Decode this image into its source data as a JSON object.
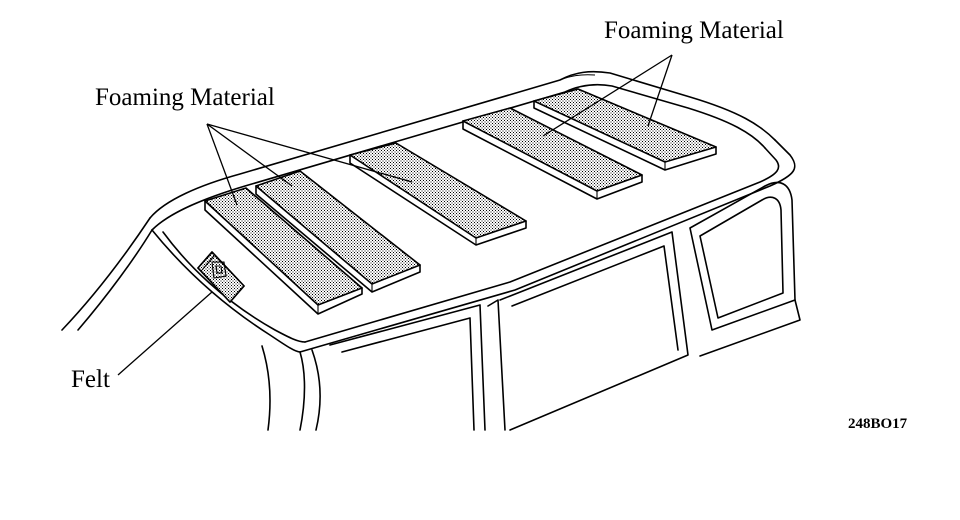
{
  "labels": {
    "foaming_material_right": "Foaming Material",
    "foaming_material_left": "Foaming Material",
    "felt": "Felt"
  },
  "figure_code": "248BO17",
  "colors": {
    "line": "#000000",
    "background": "#ffffff",
    "stipple": "#000000"
  }
}
